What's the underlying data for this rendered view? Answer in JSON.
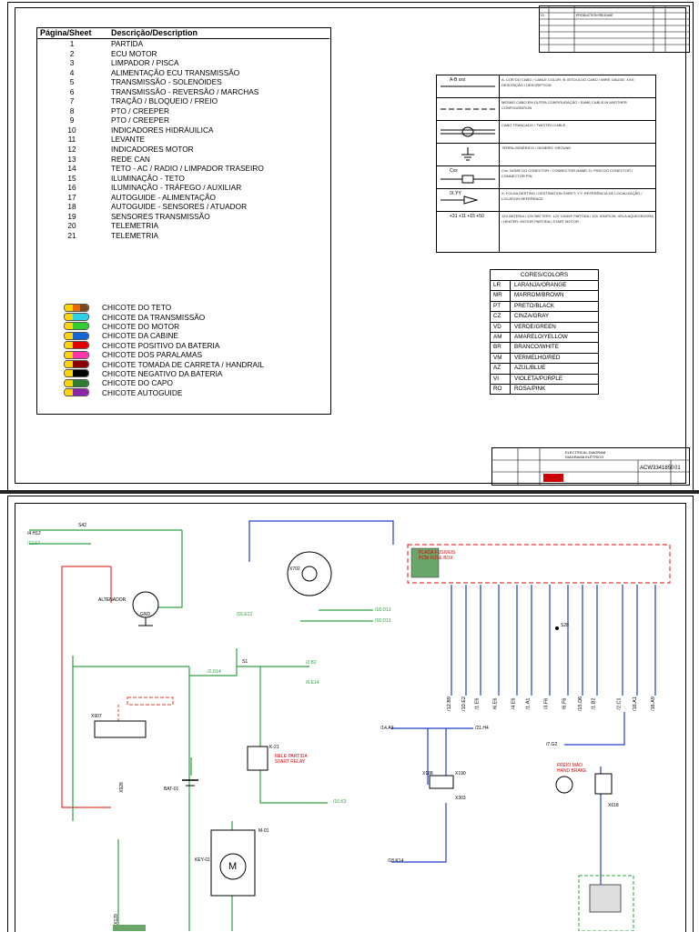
{
  "index": {
    "header_page": "Página/Sheet",
    "header_desc": "Descrição/Description",
    "rows": [
      {
        "n": "1",
        "d": "PARTIDA"
      },
      {
        "n": "2",
        "d": "ECU MOTOR"
      },
      {
        "n": "3",
        "d": "LIMPADOR / PISCA"
      },
      {
        "n": "4",
        "d": "ALIMENTAÇÃO ECU TRANSMISSÃO"
      },
      {
        "n": "5",
        "d": "TRANSMISSÃO - SOLENÓIDES"
      },
      {
        "n": "6",
        "d": "TRANSMISSÃO - REVERSÃO / MARCHAS"
      },
      {
        "n": "7",
        "d": "TRAÇÃO / BLOQUEIO / FREIO"
      },
      {
        "n": "8",
        "d": "PTO / CREEPER"
      },
      {
        "n": "9",
        "d": "PTO / CREEPER"
      },
      {
        "n": "10",
        "d": "INDICADORES HIDRÁUILICA"
      },
      {
        "n": "11",
        "d": "LEVANTE"
      },
      {
        "n": "12",
        "d": "INDICADORES MOTOR"
      },
      {
        "n": "13",
        "d": "REDE CAN"
      },
      {
        "n": "14",
        "d": "TETO - AC / RADIO / LIMPADOR TRASEIRO"
      },
      {
        "n": "15",
        "d": "ILUMINAÇÃO - TETO"
      },
      {
        "n": "16",
        "d": "ILUMINAÇÃO - TRÁFEGO / AUXILIAR"
      },
      {
        "n": "17",
        "d": "AUTOGUIDE - ALIMENTAÇÃO"
      },
      {
        "n": "18",
        "d": "AUTOGUIDE - SENSORES / ATUADOR"
      },
      {
        "n": "19",
        "d": "SENSORES TRANSMISSÃO"
      },
      {
        "n": "20",
        "d": "TELEMETRIA"
      },
      {
        "n": "21",
        "d": "TELEMETRIA"
      }
    ]
  },
  "harnesses": [
    {
      "name": "CHICOTE DO TETO",
      "colors": [
        "#ffd400",
        "#e86a00",
        "#7a4a1e"
      ]
    },
    {
      "name": "CHICOTE DA TRANSMISSÃO",
      "colors": [
        "#ffd400",
        "#2ed0e8",
        "#2ed0e8"
      ]
    },
    {
      "name": "CHICOTE DO MOTOR",
      "colors": [
        "#ffd400",
        "#33cc33",
        "#33cc33"
      ]
    },
    {
      "name": "CHICOTE DA CABINE",
      "colors": [
        "#ffd400",
        "#1565d8",
        "#1565d8"
      ]
    },
    {
      "name": "CHICOTE POSITIVO DA BATERIA",
      "colors": [
        "#ffd400",
        "#e00000",
        "#e00000"
      ]
    },
    {
      "name": "CHICOTE DOS PARALAMAS",
      "colors": [
        "#ffd400",
        "#ff33aa",
        "#ff33aa"
      ]
    },
    {
      "name": "CHICOTE TOMADA DE CARRETA / HANDRAIL",
      "colors": [
        "#ffd400",
        "#8b0000",
        "#8b0000"
      ]
    },
    {
      "name": "CHICOTE NEGATIVO DA BATERIA",
      "colors": [
        "#ffd400",
        "#000000",
        "#000000"
      ]
    },
    {
      "name": "CHICOTE DO CAPO",
      "colors": [
        "#ffd400",
        "#2e7d32",
        "#2e7d32"
      ]
    },
    {
      "name": "CHICOTE AUTOGUIDE",
      "colors": [
        "#ffd400",
        "#8e24aa",
        "#8e24aa"
      ]
    }
  ],
  "legend": [
    {
      "symbol": "A-B  xxx",
      "text": "A: COR DO CABO / CABLE COLOR; B: BITOLA DO CABO / WIRE GAUGE; XXX: DESCRIÇÃO / DESCRIPTION"
    },
    {
      "symbol": "",
      "text": "MESMO CABO EM OUTRA CONFIGURAÇÃO / SAME CABLE IN ANOTHER CONFIGURATION"
    },
    {
      "symbol": "",
      "text": "CABO TRANÇADO / TWISTED CABLE"
    },
    {
      "symbol": "",
      "text": "TERRA GENÉRICO / GENERIC GROUND"
    },
    {
      "symbol": "Cxx",
      "text": "Cxx: NOME DO CONECTOR / CONNECTOR NAME; D: PINO DO CONECTOR / CONNECTOR PIN"
    },
    {
      "symbol": "/X.YY",
      "text": "X: FOLHA DESTINO / DESTINATION SHEET; Y,Y: REFERÊNCIA DE LOCALIZAÇÃO / LOCATION REFERENCE"
    },
    {
      "symbol": "+31 +11 +15 +50",
      "text": "12V BATERIA / 12V BATTERY; 12V CHAVE PARTIDA / 12V IGNITION; VELA AQUECEDORA / HEATER; MOTOR PARTIDA / START MOTOR"
    }
  ],
  "colors": {
    "header": "CORES/COLORS",
    "rows": [
      {
        "code": "LR",
        "name": "LARANJA/ORANGE"
      },
      {
        "code": "MR",
        "name": "MARROM/BROWN"
      },
      {
        "code": "PT",
        "name": "PRETO/BLACK"
      },
      {
        "code": "CZ",
        "name": "CINZA/GRAY"
      },
      {
        "code": "VD",
        "name": "VERDE/GREEN"
      },
      {
        "code": "AM",
        "name": "AMARELO/YELLOW"
      },
      {
        "code": "BR",
        "name": "BRANCO/WHITE"
      },
      {
        "code": "VM",
        "name": "VERMELHO/RED"
      },
      {
        "code": "AZ",
        "name": "AZUL/BLUE"
      },
      {
        "code": "VI",
        "name": "VIOLETA/PURPLE"
      },
      {
        "code": "RO",
        "name": "ROSA/PINK"
      }
    ]
  },
  "revision": {
    "rev": "01",
    "release": "PRODUCTION RELEASE"
  },
  "titleblock": {
    "title": "ELECTRICAL DIAGRAM",
    "subtitle": "DIAGRAMA ELÉTRICO",
    "drawing": "ACW3341850",
    "sheet": "01"
  },
  "schematic": {
    "labels": {
      "s42": "S42",
      "ref_h12": "/4.H12",
      "ref_f7": "/12.F7",
      "alternator": "ALTENADOR",
      "gnd": "GND",
      "x702": "X702",
      "fuse_box": "PLACA FUSIVEIS",
      "fuse_box_en": "PCM FUSE BOX",
      "ref_e12": "/16.E12",
      "ref_d13a": "/18.D13",
      "ref_d13b": "/18.D13",
      "s1": "S1",
      "ref_d14": "/2.D14",
      "ref_b2": "/2.B2",
      "ref_e14": "/6.E14",
      "k21": "K-21",
      "start_relay": "RELE PARTIDA",
      "start_relay_en": "START RELAY",
      "ref_k3": "/16.K3",
      "s28": "S28",
      "ref_a9": "/14.A9",
      "ref_h4": "/21.H4",
      "ref_g2": "/7.G2",
      "parking_brake": "FREIO MAO",
      "parking_brake_en": "HAND BRAKE",
      "x618": "X618",
      "ref_k14": "/18.K14",
      "bat": "BAT-01",
      "m01": "M-01",
      "motor": "M",
      "x928": "X928",
      "x129": "X129",
      "x188": "X188",
      "x190": "X190",
      "x303": "X303",
      "x907": "X907",
      "key": "KEY-01"
    },
    "fuse_refs": [
      "/12.B9",
      "/10.E2",
      "/1.E6",
      "/6.E6",
      "/4.E6",
      "/1.A1",
      "/3.F6",
      "/6.F6",
      "/15.D6",
      "/1.B2",
      "/2.C1",
      "/16.A1",
      "/16.A9"
    ]
  }
}
